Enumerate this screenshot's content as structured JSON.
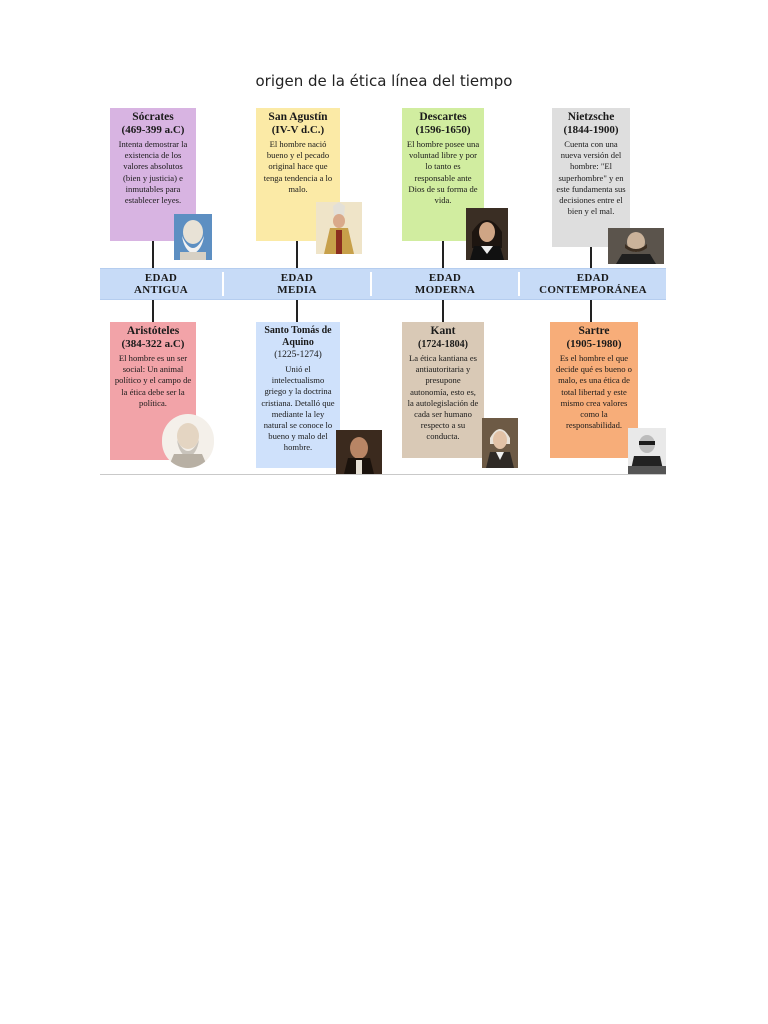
{
  "document": {
    "title": "origen de la ética línea del tiempo"
  },
  "eras": [
    {
      "label": "EDAD\nANTIGUA"
    },
    {
      "label": "EDAD\nMEDIA"
    },
    {
      "label": "EDAD\nMODERNA"
    },
    {
      "label": "EDAD\nCONTEMPORÁNEA"
    }
  ],
  "philosophers": {
    "socrates": {
      "name": "Sócrates",
      "dates": "(469-399 a.C)",
      "description": "Intenta demostrar la existencia de los valores absolutos (bien y justicia) e inmutables para establecer leyes.",
      "color": "#d8b4e2"
    },
    "agustin": {
      "name": "San Agustín",
      "dates": "(IV-V d.C.)",
      "description": "El hombre nació bueno y el pecado original hace que tenga tendencia a lo malo.",
      "color": "#fbeaa6"
    },
    "descartes": {
      "name": "Descartes",
      "dates": "(1596-1650)",
      "description": "El hombre posee una voluntad libre y por lo tanto es responsable ante Dios de su forma de vida.",
      "color": "#d1eda0"
    },
    "nietzsche": {
      "name": "Nietzsche",
      "dates": "(1844-1900)",
      "description": "Cuenta con una nueva versión del hombre: \"El superhombre\" y en este fundamenta sus decisiones entre el bien y el mal.",
      "color": "#dedede"
    },
    "aristoteles": {
      "name": "Aristóteles",
      "dates": "(384-322 a.C)",
      "description": "El hombre es un ser social: Un animal político y el campo de la ética debe ser la política.",
      "color": "#f2a3a8"
    },
    "aquino": {
      "name": "Santo Tomás de Aquino",
      "dates": "(1225-1274)",
      "description": "Unió el intelectualismo griego y la doctrina cristiana. Detalló que mediante la ley natural se conoce lo bueno y malo del hombre.",
      "color": "#cfe1fb"
    },
    "kant": {
      "name": "Kant",
      "dates": "(1724-1804)",
      "description": "La ética kantiana es antiautoritaria y presupone autonomía, esto es, la autolegislación de cada ser humano respecto a su conducta.",
      "color": "#d9c9b6"
    },
    "sartre": {
      "name": "Sartre",
      "dates": "(1905-1980)",
      "description": "Es el hombre el que decide qué es bueno o malo, es una ética de total libertad y este mismo crea valores como la responsabilidad.",
      "color": "#f7ad79"
    }
  },
  "colors": {
    "era_bar": "#c7dbf7"
  }
}
